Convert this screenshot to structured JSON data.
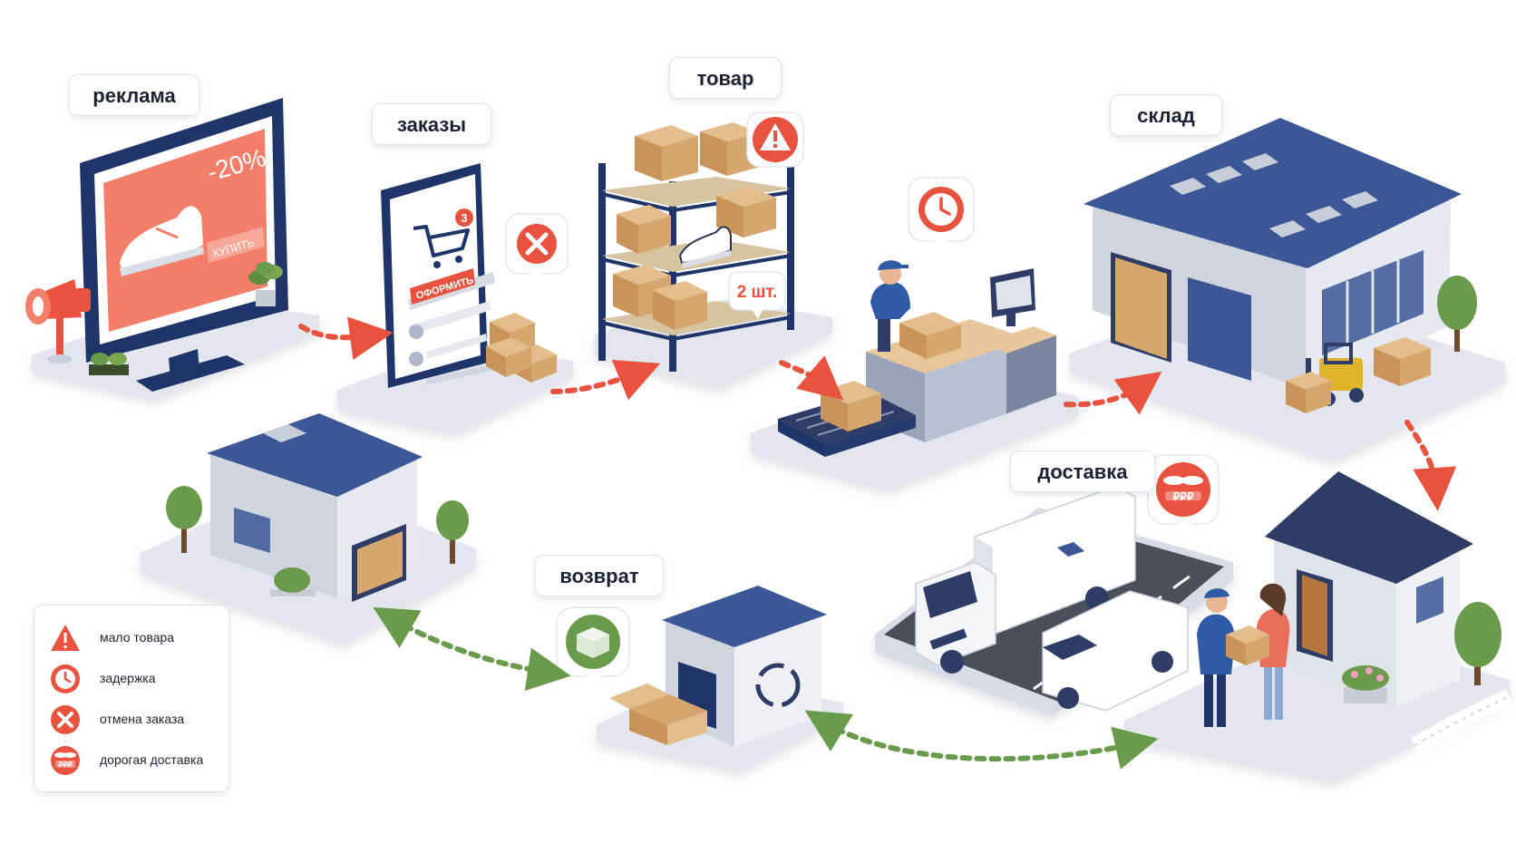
{
  "stages": {
    "reklama": "реклама",
    "zakazy": "заказы",
    "tovar": "товар",
    "sklad": "склад",
    "dostavka": "доставка",
    "vozvrat": "возврат"
  },
  "screen": {
    "discount": "-20%",
    "buy": "КУПИТЬ"
  },
  "phone": {
    "cart_count": "3",
    "checkout": "ОФОРМИТЬ"
  },
  "shelf_callout": "2 шт.",
  "coin_text": "₽₽₽",
  "legend": [
    {
      "icon": "warning-icon",
      "text": "мало товара"
    },
    {
      "icon": "clock-icon",
      "text": "задержка"
    },
    {
      "icon": "cancel-icon",
      "text": "отмена заказа"
    },
    {
      "icon": "coins-icon",
      "text": "дорогая доставка"
    }
  ],
  "colors": {
    "accent_red": "#e8523f",
    "salmon": "#f37f6a",
    "navy": "#1f3468",
    "roof_blue": "#3b5795",
    "return_green": "#6a9a4c",
    "box": "#d6a66f",
    "platform": "#e3e6ef"
  }
}
